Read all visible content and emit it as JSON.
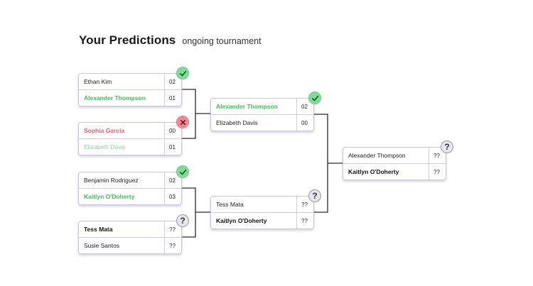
{
  "header": {
    "title": "Your Predictions",
    "subtitle": "ongoing tournament"
  },
  "colors": {
    "win": "#3fbf5a",
    "lose": "#d9636e",
    "faded": "#8bd49a",
    "border": "#c9c5e1",
    "line": "#2a2a2a"
  },
  "matches": [
    {
      "status": "check-icon",
      "teams": [
        {
          "name": "Ethan Kim",
          "score": "02",
          "style": "normal"
        },
        {
          "name": "Alexander Thompson",
          "score": "01",
          "style": "win"
        }
      ]
    },
    {
      "status": "cross-icon",
      "teams": [
        {
          "name": "Sophia Garcia",
          "score": "00",
          "style": "lose"
        },
        {
          "name": "Elizabeth Davis",
          "score": "01",
          "style": "faded"
        }
      ]
    },
    {
      "status": "check-icon",
      "teams": [
        {
          "name": "Benjamin Rodriguez",
          "score": "02",
          "style": "normal"
        },
        {
          "name": "Kaitlyn O'Doherty",
          "score": "03",
          "style": "win"
        }
      ]
    },
    {
      "status": "question-icon",
      "teams": [
        {
          "name": "Tess Mata",
          "score": "??",
          "style": "bold"
        },
        {
          "name": "Susie Santos",
          "score": "??",
          "style": "normal"
        }
      ]
    },
    {
      "status": "check-icon",
      "teams": [
        {
          "name": "Alexander Thompson",
          "score": "02",
          "style": "win"
        },
        {
          "name": "Elizabeth Davis",
          "score": "00",
          "style": "normal"
        }
      ]
    },
    {
      "status": "question-icon",
      "teams": [
        {
          "name": "Tess Mata",
          "score": "??",
          "style": "normal"
        },
        {
          "name": "Kaitlyn O'Doherty",
          "score": "??",
          "style": "bold"
        }
      ]
    },
    {
      "status": "question-icon",
      "teams": [
        {
          "name": "Alexander Thompson",
          "score": "??",
          "style": "normal"
        },
        {
          "name": "Kaitlyn O'Doherty",
          "score": "??",
          "style": "bold"
        }
      ]
    }
  ]
}
